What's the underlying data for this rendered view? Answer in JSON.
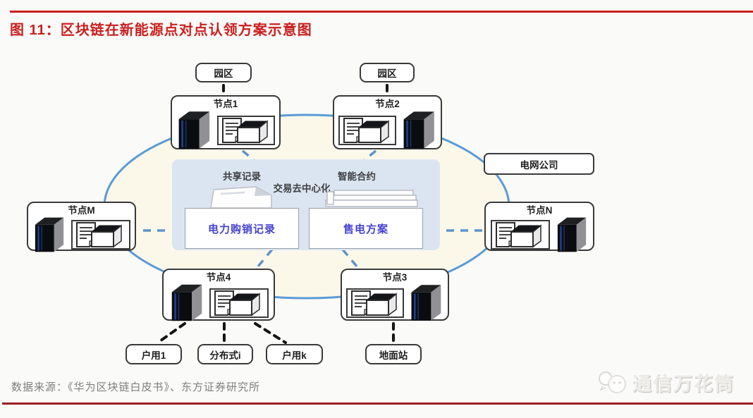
{
  "header": {
    "title": "图 11：区块链在新能源点对点认领方案示意图"
  },
  "diagram": {
    "nodes": [
      {
        "id": "node-1",
        "label": "节点1"
      },
      {
        "id": "node-2",
        "label": "节点2"
      },
      {
        "id": "node-3",
        "label": "节点3"
      },
      {
        "id": "node-4",
        "label": "节点4"
      },
      {
        "id": "node-m",
        "label": "节点M"
      },
      {
        "id": "node-n",
        "label": "节点N"
      }
    ],
    "externals": {
      "park1": "园区",
      "park2": "园区",
      "grid_company": "电网公司",
      "household1": "户用1",
      "distributed_i": "分布式i",
      "household_k": "户用k",
      "ground_station": "地面站"
    },
    "center": {
      "shared_records": "共享记录",
      "smart_contract": "智能合约",
      "decentralized_trading": "交易去中心化",
      "purchase_record_card": "电力购销记录",
      "sale_plan_card": "售电方案"
    },
    "colors": {
      "title_red": "#c9201f",
      "bottom_rule_red": "#9b2023",
      "ellipse_stroke_blue": "#5b9bd5",
      "ellipse_fill_cream": "#fbf8ea",
      "center_panel_blue": "#dbe5f1",
      "card_text_blue": "#4543d0",
      "blue_dash": "#5e93cc",
      "black_dash": "#141414",
      "source_text_gray": "#7f7f7f"
    }
  },
  "footer": {
    "source": "数据来源：《华为区块链白皮书》、东方证券研究所",
    "watermark": "通信万花筒"
  }
}
